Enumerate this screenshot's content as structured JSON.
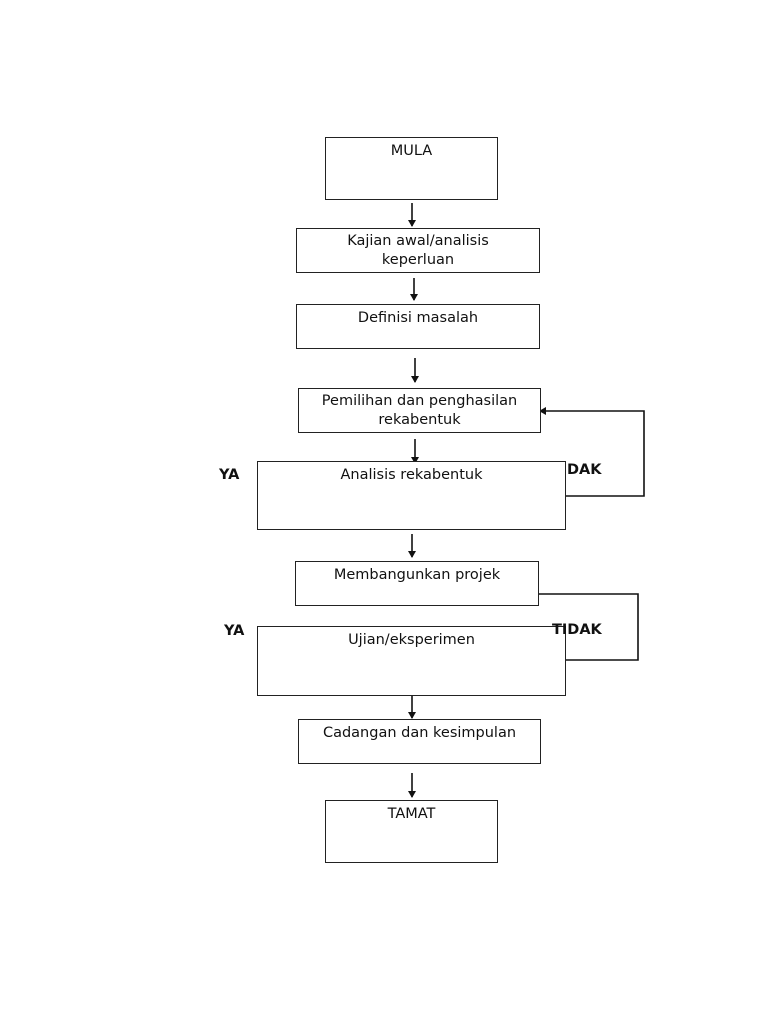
{
  "flowchart": {
    "nodes": {
      "mula": "MULA",
      "kajian": "Kajian awal/analisis keperluan",
      "definisi": "Definisi masalah",
      "pemilihan": "Pemilihan dan penghasilan rekabentuk",
      "analisis": "Analisis rekabentuk",
      "membangun": "Membangunkan projek",
      "ujian": "Ujian/eksperimen",
      "cadangan": "Cadangan dan kesimpulan",
      "tamat": "TAMAT"
    },
    "decision_labels": {
      "ya_1": "YA",
      "tidak_1": "DAK",
      "ya_2": "YA",
      "tidak_2": "TIDAK"
    }
  }
}
